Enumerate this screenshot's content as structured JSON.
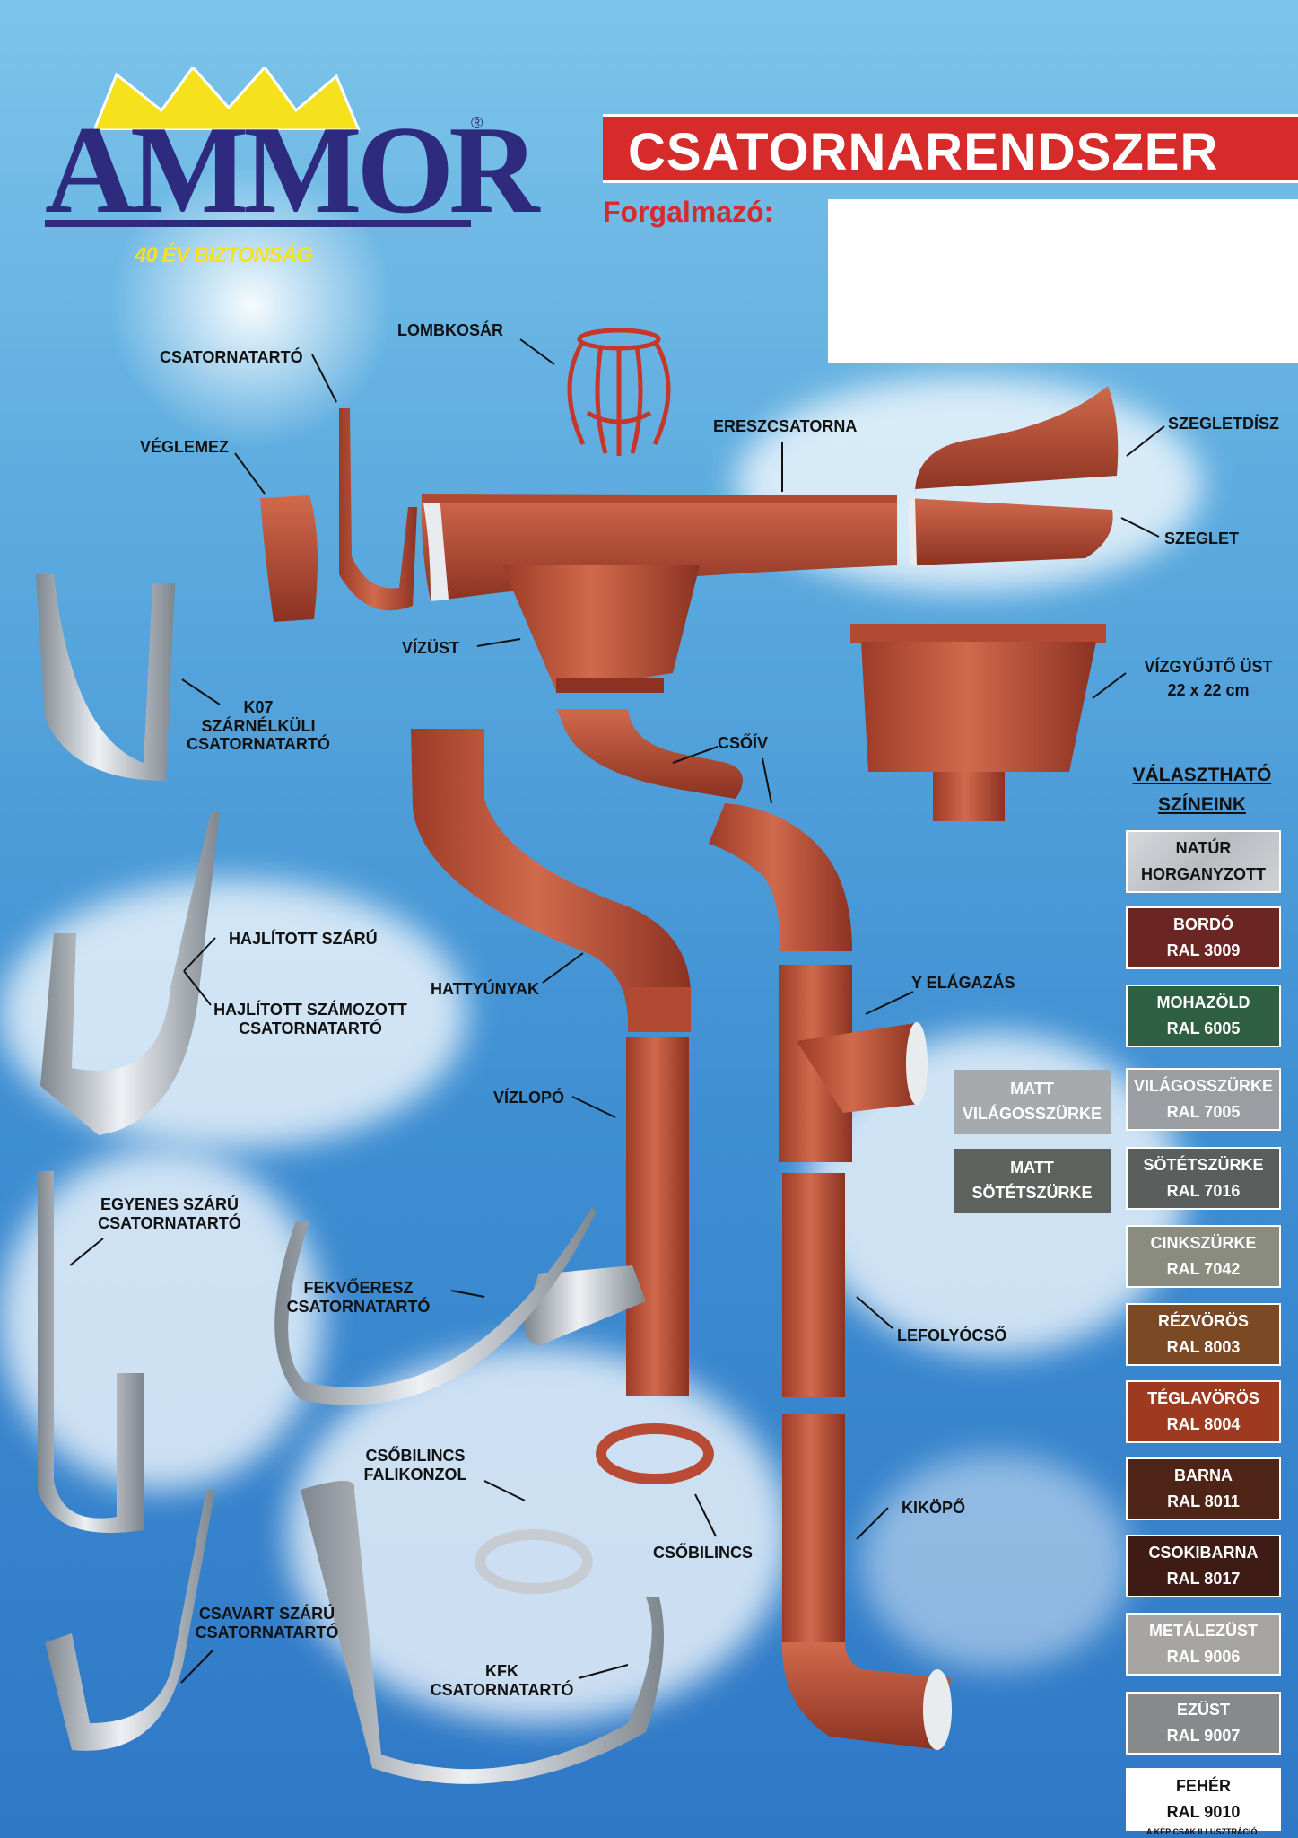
{
  "logo": {
    "brand": "AMMOR",
    "registered": "®",
    "slogan": "40 ÉV BIZTONSÁG"
  },
  "header": {
    "title": "CSATORNARENDSZER",
    "distributor_label": "Forgalmazó:"
  },
  "labels": {
    "lombkosar": "LOMBKOSÁR",
    "csatornatarto": "CSATORNATARTÓ",
    "veglemez": "VÉGLEMEZ",
    "ereszcsatorna": "ERESZCSATORNA",
    "szegletdisz": "SZEGLETDÍSZ",
    "szeglet": "SZEGLET",
    "vizust": "VÍZÜST",
    "k07_line1": "K07",
    "k07_line2": "SZÁRNÉLKÜLI",
    "k07_line3": "CSATORNATARTÓ",
    "vizgyujto_line1": "VÍZGYŰJTŐ ÜST",
    "vizgyujto_line2": "22 x 22 cm",
    "csoiv": "CSŐÍV",
    "hajlitott_szaru": "HAJLÍTOTT SZÁRÚ",
    "hajlitott_szamozott_line1": "HAJLÍTOTT SZÁMOZOTT",
    "hajlitott_szamozott_line2": "CSATORNATARTÓ",
    "hattyunyak": "HATTYÚNYAK",
    "y_elagazas": "Y ELÁGAZÁS",
    "vizlopo": "VÍZLOPÓ",
    "egyenes_line1": "EGYENES SZÁRÚ",
    "egyenes_line2": "CSATORNATARTÓ",
    "fekvoeresz_line1": "FEKVŐERESZ",
    "fekvoeresz_line2": "CSATORNATARTÓ",
    "lefolyocso": "LEFOLYÓCSŐ",
    "csobilincs_fali_line1": "CSŐBILINCS",
    "csobilincs_fali_line2": "FALIKONZOL",
    "kikopo": "KIKÖPŐ",
    "csobilincs": "CSŐBILINCS",
    "csavart_line1": "CSAVART SZÁRÚ",
    "csavart_line2": "CSATORNATARTÓ",
    "kfk_line1": "KFK",
    "kfk_line2": "CSATORNATARTÓ"
  },
  "colors_section": {
    "title_line1": "VÁLASZTHATÓ",
    "title_line2": "SZÍNEINK",
    "swatches": [
      {
        "name": "NATÚR",
        "code": "HORGANYZOTT",
        "color": "#c9ccd0",
        "dark_text": true
      },
      {
        "name": "BORDÓ",
        "code": "RAL 3009",
        "color": "#6b2522",
        "dark_text": false
      },
      {
        "name": "MOHAZÖLD",
        "code": "RAL 6005",
        "color": "#2f5f43",
        "dark_text": false
      },
      {
        "name": "VILÁGOSSZÜRKE",
        "code": "RAL 7005",
        "color": "#9a9ea2",
        "dark_text": false
      },
      {
        "name": "SÖTÉTSZÜRKE",
        "code": "RAL 7016",
        "color": "#5a5e5c",
        "dark_text": false
      },
      {
        "name": "CINKSZÜRKE",
        "code": "RAL 7042",
        "color": "#8b8c80",
        "dark_text": false
      },
      {
        "name": "RÉZVÖRÖS",
        "code": "RAL 8003",
        "color": "#7b4a25",
        "dark_text": false
      },
      {
        "name": "TÉGLAVÖRÖS",
        "code": "RAL 8004",
        "color": "#9e3a20",
        "dark_text": false
      },
      {
        "name": "BARNA",
        "code": "RAL 8011",
        "color": "#4e2417",
        "dark_text": false
      },
      {
        "name": "CSOKIBARNA",
        "code": "RAL 8017",
        "color": "#3e1b14",
        "dark_text": false
      },
      {
        "name": "METÁLEZÜST",
        "code": "RAL 9006",
        "color": "#a7a5a3",
        "dark_text": false
      },
      {
        "name": "EZÜST",
        "code": "RAL 9007",
        "color": "#878a8b",
        "dark_text": false
      },
      {
        "name": "FEHÉR",
        "code": "RAL 9010",
        "color": "#ffffff",
        "dark_text": true
      }
    ],
    "matt": [
      {
        "line1": "MATT",
        "line2": "VILÁGOSSZÜRKE",
        "color": "#a6aaad"
      },
      {
        "line1": "MATT",
        "line2": "SÖTÉTSZÜRKE",
        "color": "#5d625f"
      }
    ]
  },
  "footnote": "A KÉP CSAK ILLUSZTRÁCIÓ",
  "accent_colors": {
    "brand_red": "#d62a2b",
    "logo_blue": "#2e2a7e",
    "logo_yellow": "#f5e21c",
    "part_red": "#b94b34"
  }
}
